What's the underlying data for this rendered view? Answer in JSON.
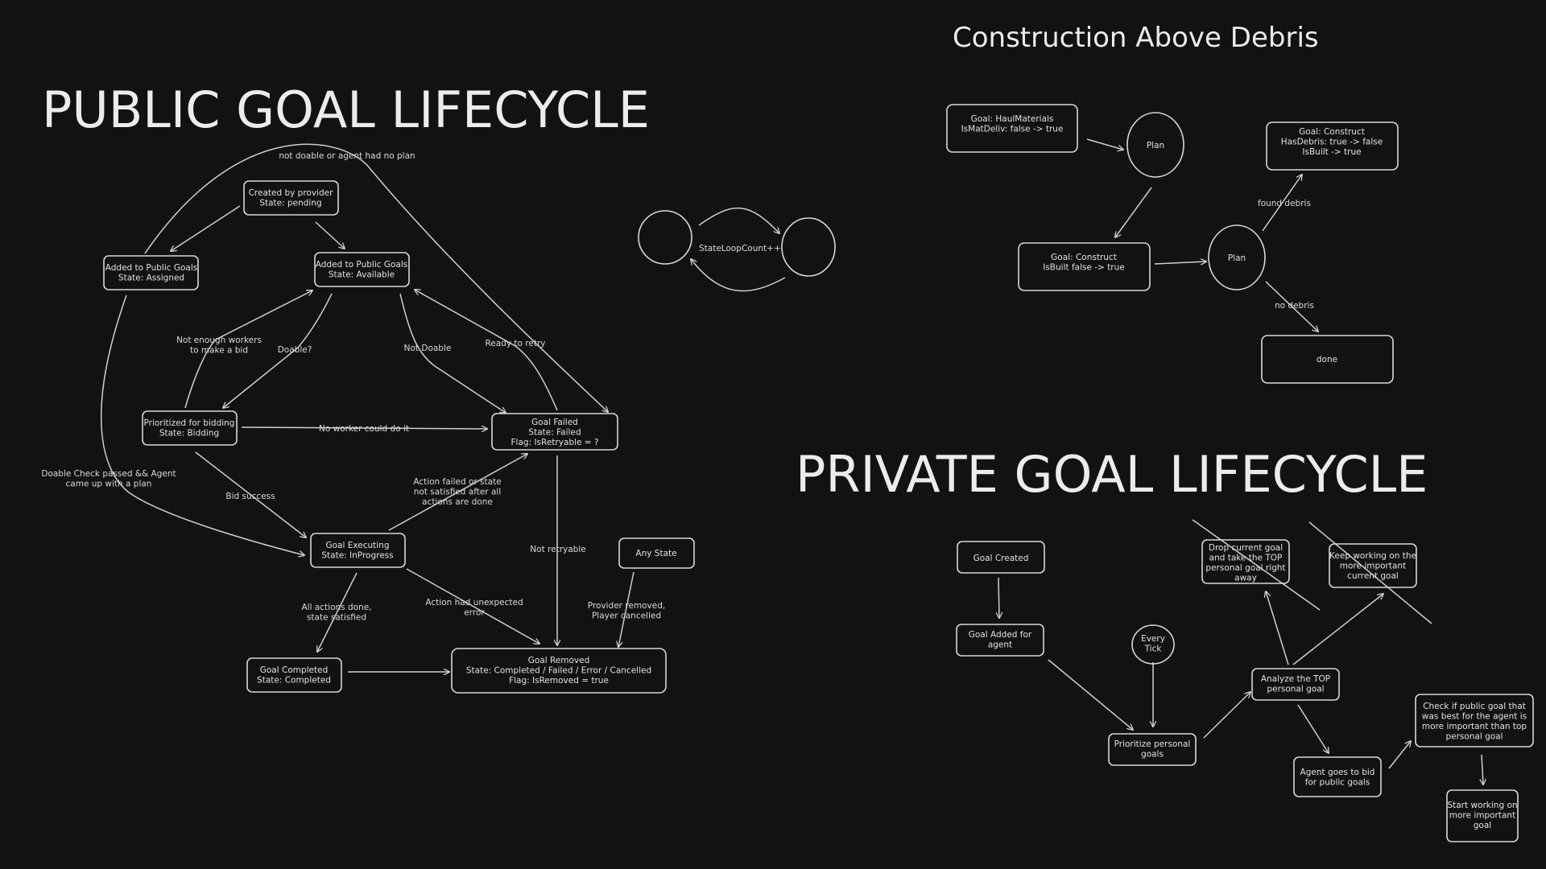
{
  "titles": {
    "public": "PUBLIC GOAL LIFECYCLE",
    "construction": "Construction Above Debris",
    "private": "PRIVATE GOAL LIFECYCLE"
  },
  "public": {
    "nodes": {
      "created": [
        "Created by provider",
        "State: pending"
      ],
      "assigned": [
        "Added to Public Goals",
        "State: Assigned"
      ],
      "available": [
        "Added to Public Goals",
        "State: Available"
      ],
      "bidding": [
        "Prioritized for bidding",
        "State: Bidding"
      ],
      "failed": [
        "Goal Failed",
        "State: Failed",
        "Flag: IsRetryable = ?"
      ],
      "executing": [
        "Goal Executing",
        "State: InProgress"
      ],
      "any_state": [
        "Any State"
      ],
      "completed": [
        "Goal Completed",
        "State: Completed"
      ],
      "removed": [
        "Goal Removed",
        "State: Completed / Failed / Error / Cancelled",
        "Flag: IsRemoved = true"
      ]
    },
    "edge_labels": {
      "not_doable_no_plan": [
        "not doable or agent had no plan"
      ],
      "not_enough_workers": [
        "Not enough workers",
        "to make a bid"
      ],
      "doable": [
        "Doable?"
      ],
      "not_doable": [
        "Not Doable"
      ],
      "ready_retry": [
        "Ready to retry"
      ],
      "no_worker": [
        "No worker could do it"
      ],
      "double_check": [
        "Doable Check passed && Agent",
        "came up with a plan"
      ],
      "bid_success": [
        "Bid success"
      ],
      "action_failed": [
        "Action failed or state",
        "not satisfied after all",
        "actions are done"
      ],
      "not_retryable": [
        "Not retryable"
      ],
      "provider_removed": [
        "Provider removed,",
        "Player cancelled"
      ],
      "all_done": [
        "All actions done,",
        "state satisfied"
      ],
      "unexpected_error": [
        "Action had unexpected",
        "error"
      ]
    },
    "loop": {
      "label": "StateLoopCount++"
    }
  },
  "construction": {
    "nodes": {
      "haul": [
        "Goal: HaulMaterials",
        "IsMatDeliv: false -> true"
      ],
      "plan1": [
        "Plan"
      ],
      "construct_debris": [
        "Goal: Construct",
        "HasDebris: true -> false",
        "IsBuilt -> true"
      ],
      "construct": [
        "Goal: Construct",
        "IsBuilt false -> true"
      ],
      "plan2": [
        "Plan"
      ],
      "done": [
        "done"
      ]
    },
    "edge_labels": {
      "found_debris": [
        "found debris"
      ],
      "no_debris": [
        "no debris"
      ]
    }
  },
  "private": {
    "nodes": {
      "goal_created": [
        "Goal Created"
      ],
      "goal_added": [
        "Goal Added for",
        "agent"
      ],
      "every_tick": [
        "Every",
        "Tick"
      ],
      "prioritize": [
        "Prioritize personal",
        "goals"
      ],
      "analyze": [
        "Analyze the TOP",
        "personal goal"
      ],
      "drop_current": [
        "Drop current goal",
        "and take the TOP",
        "personal goal right",
        "away"
      ],
      "keep_working": [
        "Keep working on the",
        "more important",
        "current goal"
      ],
      "bid_public": [
        "Agent goes to bid",
        "for public goals"
      ],
      "check_public": [
        "Check if public goal that",
        "was best for the agent is",
        "more important than top",
        "personal goal"
      ],
      "start_working": [
        "Start working on",
        "more important",
        "goal"
      ]
    }
  },
  "colors": {
    "background": "#121212",
    "stroke": "#d8d8d8",
    "text": "#e2e2e2"
  }
}
